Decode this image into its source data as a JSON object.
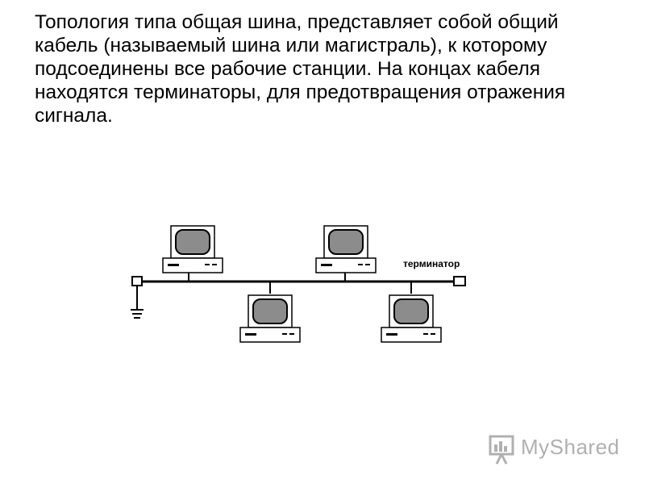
{
  "slide": {
    "paragraph": "Топология типа общая шина, представляет собой общий кабель (называемый шина или магистраль), к которому подсоединены все рабочие станции. На концах кабеля находятся терминаторы, для предотвращения отражения сигнала."
  },
  "diagram": {
    "terminator_label": "терминатор",
    "workstations": [
      "top-1",
      "top-2",
      "bottom-1",
      "bottom-2"
    ],
    "colors": {
      "line": "#000000",
      "screen": "#8c8c8c",
      "background": "#ffffff"
    }
  },
  "watermark": {
    "text": "MyShared",
    "color": "#b0b0b0"
  }
}
